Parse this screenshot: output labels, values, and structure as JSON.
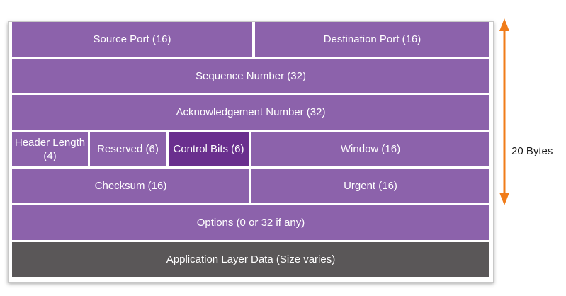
{
  "fields": {
    "source_port": "Source Port (16)",
    "destination_port": "Destination Port (16)",
    "sequence_number": "Sequence Number (32)",
    "acknowledgement_number": "Acknowledgement Number (32)",
    "header_length": "Header Length (4)",
    "reserved": "Reserved (6)",
    "control_bits": "Control Bits (6)",
    "window": "Window (16)",
    "checksum": "Checksum (16)",
    "urgent": "Urgent (16)",
    "options": "Options (0 or 32 if any)",
    "application_data": "Application Layer Data (Size varies)"
  },
  "size_indicator": {
    "label": "20 Bytes"
  },
  "colors": {
    "field": "#8c62ab",
    "highlight": "#6a2f8e",
    "data": "#5a5758",
    "arrow": "#f07c1a"
  }
}
